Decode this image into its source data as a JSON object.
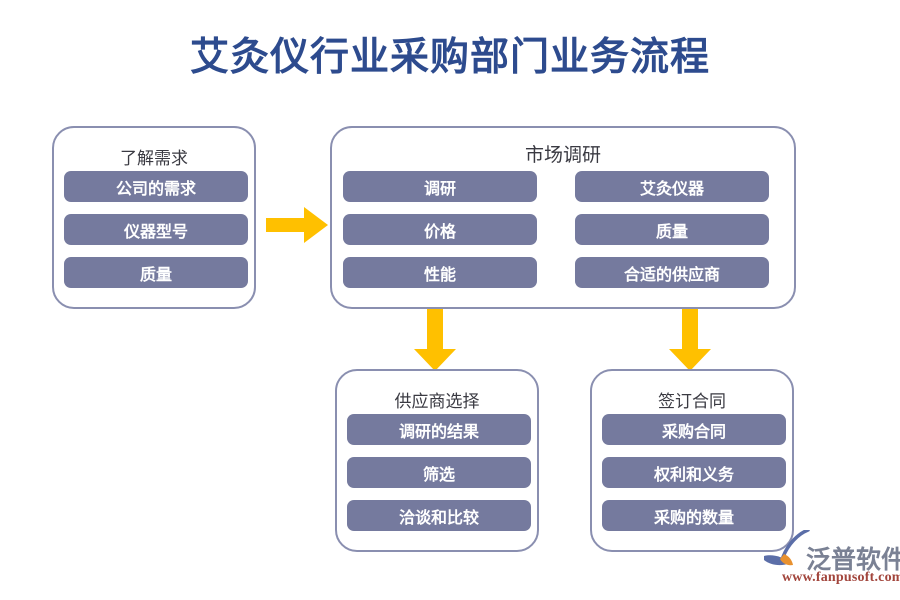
{
  "title": "艾灸仪行业采购部门业务流程",
  "colors": {
    "title_text": "#2d4b8e",
    "box_border": "#8a8fb0",
    "pill_fill": "#757a9e",
    "pill_text": "#ffffff",
    "group_title_text": "#3a3a42",
    "arrow_fill": "#ffc000",
    "background": "#ffffff",
    "logo_text": "#7a8194",
    "logo_url": "#a2453c",
    "logo_mark_blue": "#5b6ea8",
    "logo_mark_orange": "#e8912f"
  },
  "boxes": [
    {
      "id": "understand-requirements",
      "title": "了解需求",
      "columns": [
        {
          "items": [
            "公司的需求",
            "仪器型号",
            "质量"
          ]
        }
      ]
    },
    {
      "id": "market-research",
      "title": "市场调研",
      "columns": [
        {
          "items": [
            "调研",
            "价格",
            "性能"
          ]
        },
        {
          "items": [
            "艾灸仪器",
            "质量",
            "合适的供应商"
          ]
        }
      ]
    },
    {
      "id": "supplier-selection",
      "title": "供应商选择",
      "columns": [
        {
          "items": [
            "调研的结果",
            "筛选",
            "洽谈和比较"
          ]
        }
      ]
    },
    {
      "id": "sign-contract",
      "title": "签订合同",
      "columns": [
        {
          "items": [
            "采购合同",
            "权利和义务",
            "采购的数量"
          ]
        }
      ]
    }
  ],
  "arrows": [
    {
      "id": "arrow-requirements-to-research",
      "direction": "right"
    },
    {
      "id": "arrow-research-to-supplier",
      "direction": "down"
    },
    {
      "id": "arrow-research-to-contract",
      "direction": "down"
    }
  ],
  "logo": {
    "brand": "泛普软件",
    "url": "www.fanpusoft.com"
  }
}
